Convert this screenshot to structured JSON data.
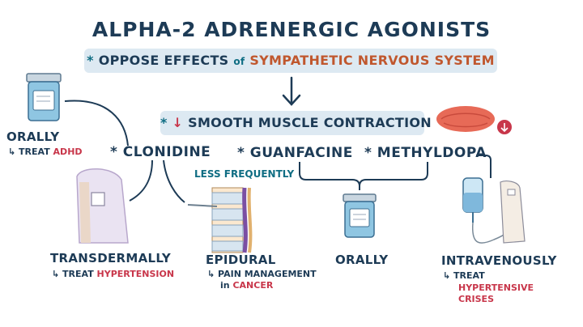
{
  "title": "ALPHA-2 ADRENERGIC AGONISTS",
  "effect1": {
    "star": "*",
    "prefix": "OPPOSE EFFECTS",
    "of": "of",
    "system": "SYMPATHETIC NERVOUS SYSTEM"
  },
  "effect2": {
    "star": "*",
    "arrow": "↓",
    "text": "SMOOTH MUSCLE CONTRACTION"
  },
  "drugs": {
    "clonidine": "* CLONIDINE",
    "guanfacine": "* GUANFACINE",
    "methyldopa": "* METHYLDOPA"
  },
  "less_frequently": "LESS FREQUENTLY",
  "routes": {
    "orally_clonidine": {
      "label": "ORALLY",
      "prefix": "↳ TREAT",
      "highlight": "ADHD"
    },
    "transdermally": {
      "label": "TRANSDERMALLY",
      "prefix": "↳ TREAT",
      "highlight": "HYPERTENSION"
    },
    "epidural": {
      "label": "EPIDURAL",
      "line1": "↳ PAIN MANAGEMENT",
      "line2_prefix": "in",
      "line2_highlight": "CANCER"
    },
    "orally_guanfacine": {
      "label": "ORALLY"
    },
    "intravenously": {
      "label": "INTRAVENOUSLY",
      "prefix": "↳ TREAT",
      "highlight1": "HYPERTENSIVE",
      "highlight2": "CRISES"
    }
  },
  "colors": {
    "navy": "#1d3b56",
    "teal": "#0f6d83",
    "red": "#c8364a",
    "orange": "#c0572e",
    "pill": "#dde9f2"
  },
  "icons": [
    "pill-bottle-icon",
    "skin-patch-icon",
    "spine-icon",
    "iv-bag-icon",
    "muscle-icon"
  ]
}
